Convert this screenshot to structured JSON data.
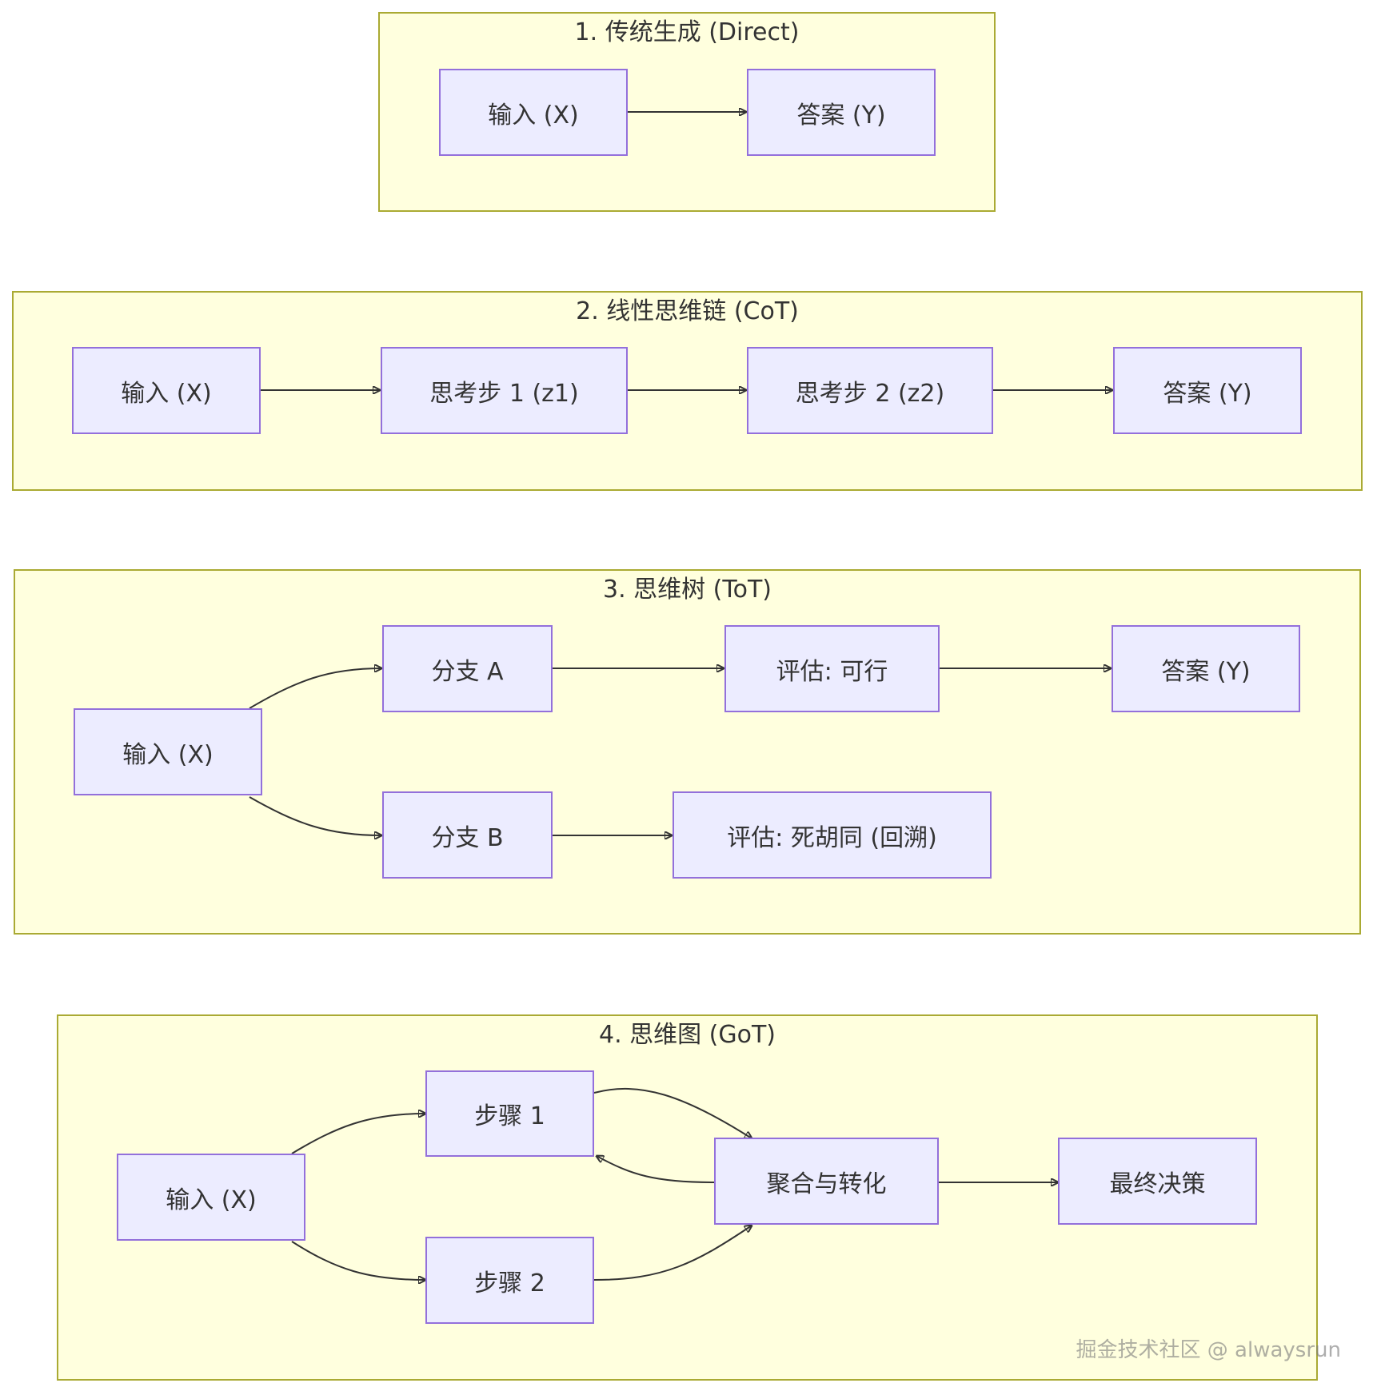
{
  "clusters": {
    "direct": {
      "title": "1. 传统生成 (Direct)",
      "nodes": {
        "input": "输入 (X)",
        "answer": "答案 (Y)"
      }
    },
    "cot": {
      "title": "2. 线性思维链 (CoT)",
      "nodes": {
        "input": "输入 (X)",
        "step1": "思考步 1 (z1)",
        "step2": "思考步 2 (z2)",
        "answer": "答案 (Y)"
      }
    },
    "tot": {
      "title": "3. 思维树 (ToT)",
      "nodes": {
        "input": "输入 (X)",
        "branch_a": "分支 A",
        "eval_ok": "评估: 可行",
        "answer": "答案 (Y)",
        "branch_b": "分支 B",
        "eval_dead": "评估: 死胡同 (回溯)"
      }
    },
    "got": {
      "title": "4. 思维图 (GoT)",
      "nodes": {
        "input": "输入 (X)",
        "step1": "步骤 1",
        "step2": "步骤 2",
        "aggregate": "聚合与转化",
        "final": "最终决策"
      }
    }
  },
  "watermark": "掘金技术社区 @ alwaysrun"
}
